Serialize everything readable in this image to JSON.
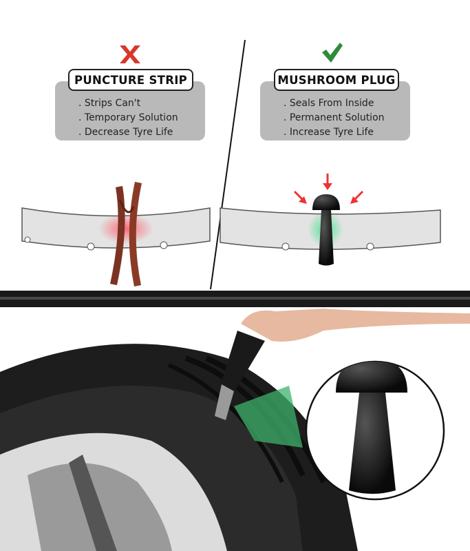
{
  "left_panel": {
    "title": "PUNCTURE STRIP",
    "verdict_icon": "cross-icon",
    "verdict_color": "#d9372b",
    "points": [
      ". Strips Can't",
      ". Temporary Solution",
      ". Decrease Tyre Life"
    ]
  },
  "right_panel": {
    "title": "MUSHROOM PLUG",
    "verdict_icon": "check-icon",
    "verdict_color": "#2e8b3a",
    "points": [
      ". Seals From Inside",
      ". Permanent Solution",
      ". Increase Tyre Life"
    ]
  }
}
